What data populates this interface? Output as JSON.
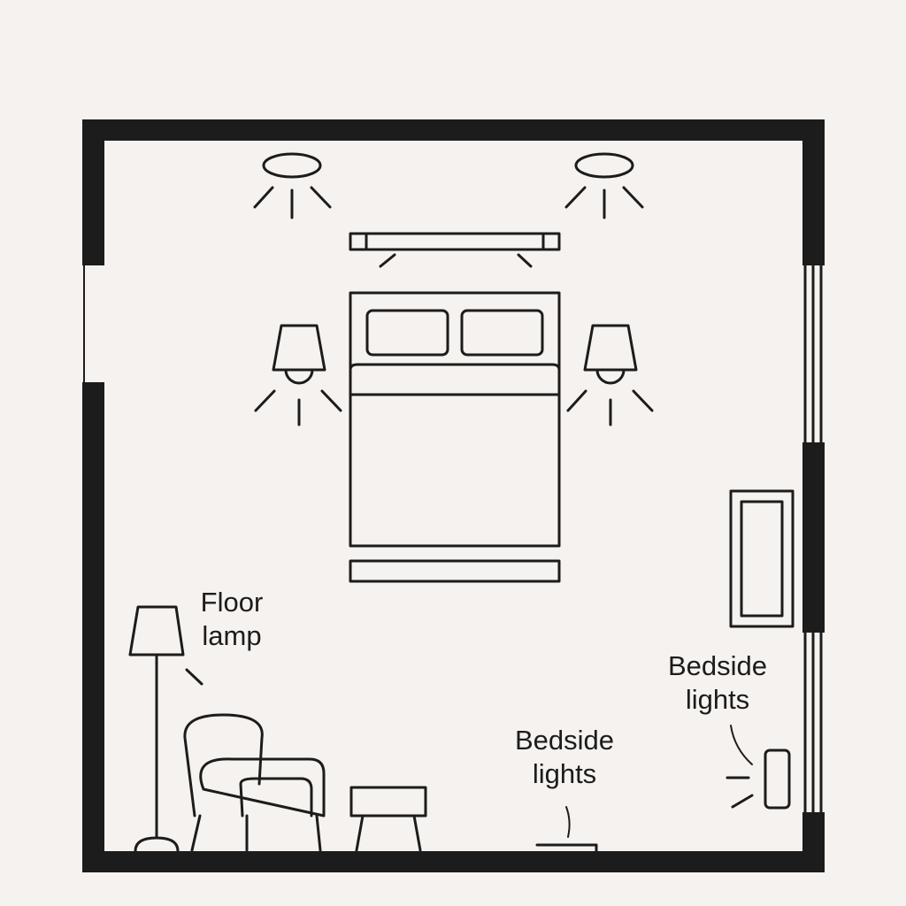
{
  "labels": {
    "floor_lamp": [
      "Floor",
      "lamp"
    ],
    "bedside_lights_bottom": [
      "Bedside",
      "lights"
    ],
    "bedside_lights_right": [
      "Bedside",
      "lights"
    ]
  },
  "colors": {
    "background": "#f5f2ef",
    "ink": "#1c1c1c"
  },
  "icons": [
    "ceiling-light-icon",
    "wall-light-bar-icon",
    "wall-sconce-icon",
    "bed-icon",
    "bench-icon",
    "floor-lamp-icon",
    "armchair-icon",
    "ottoman-icon",
    "dresser-icon",
    "wall-light-icon",
    "floor-strip-light-icon",
    "window-icon",
    "door-opening-icon"
  ]
}
